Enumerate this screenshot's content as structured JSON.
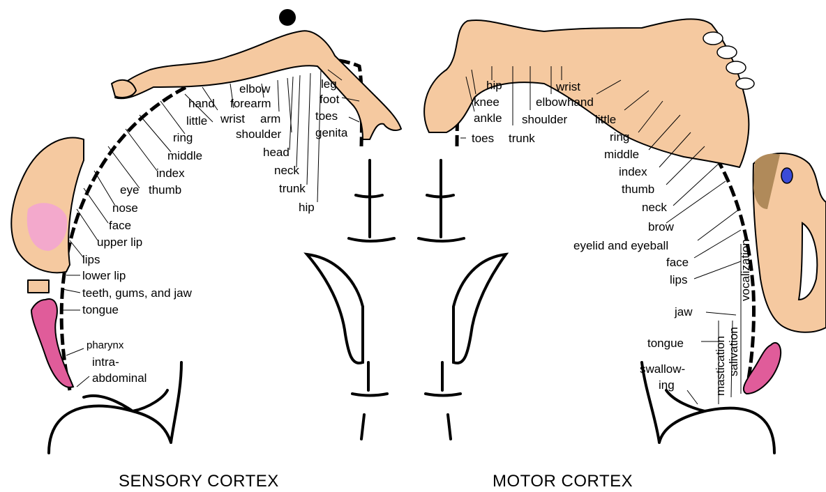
{
  "sensory": {
    "title": "SENSORY CORTEX",
    "labels": [
      "hip",
      "trunk",
      "neck",
      "head",
      "shoulder",
      "arm",
      "elbow",
      "forearm",
      "wrist",
      "hand",
      "little",
      "ring",
      "middle",
      "index",
      "thumb",
      "eye",
      "nose",
      "face",
      "upper lip",
      "lips",
      "lower lip",
      "teeth, gums, and jaw",
      "tongue",
      "pharynx",
      "intra-",
      "abdominal",
      "leg",
      "foot",
      "toes",
      "genita"
    ]
  },
  "motor": {
    "title": "MOTOR CORTEX",
    "labels": [
      "toes",
      "ankle",
      "knee",
      "hip",
      "trunk",
      "shoulder",
      "elbow",
      "wrist",
      "hand",
      "little",
      "ring",
      "middle",
      "index",
      "thumb",
      "neck",
      "brow",
      "eyelid and eyeball",
      "face",
      "lips",
      "vocalization",
      "salivation",
      "mastication",
      "jaw",
      "tongue",
      "swallow-",
      "ing"
    ]
  },
  "colors": {
    "skin": "#f5c9a0",
    "tongue": "#e05c9a",
    "lip": "#f3a9cc",
    "eye": "#3b4bd6",
    "hair": "#b08a5a"
  }
}
